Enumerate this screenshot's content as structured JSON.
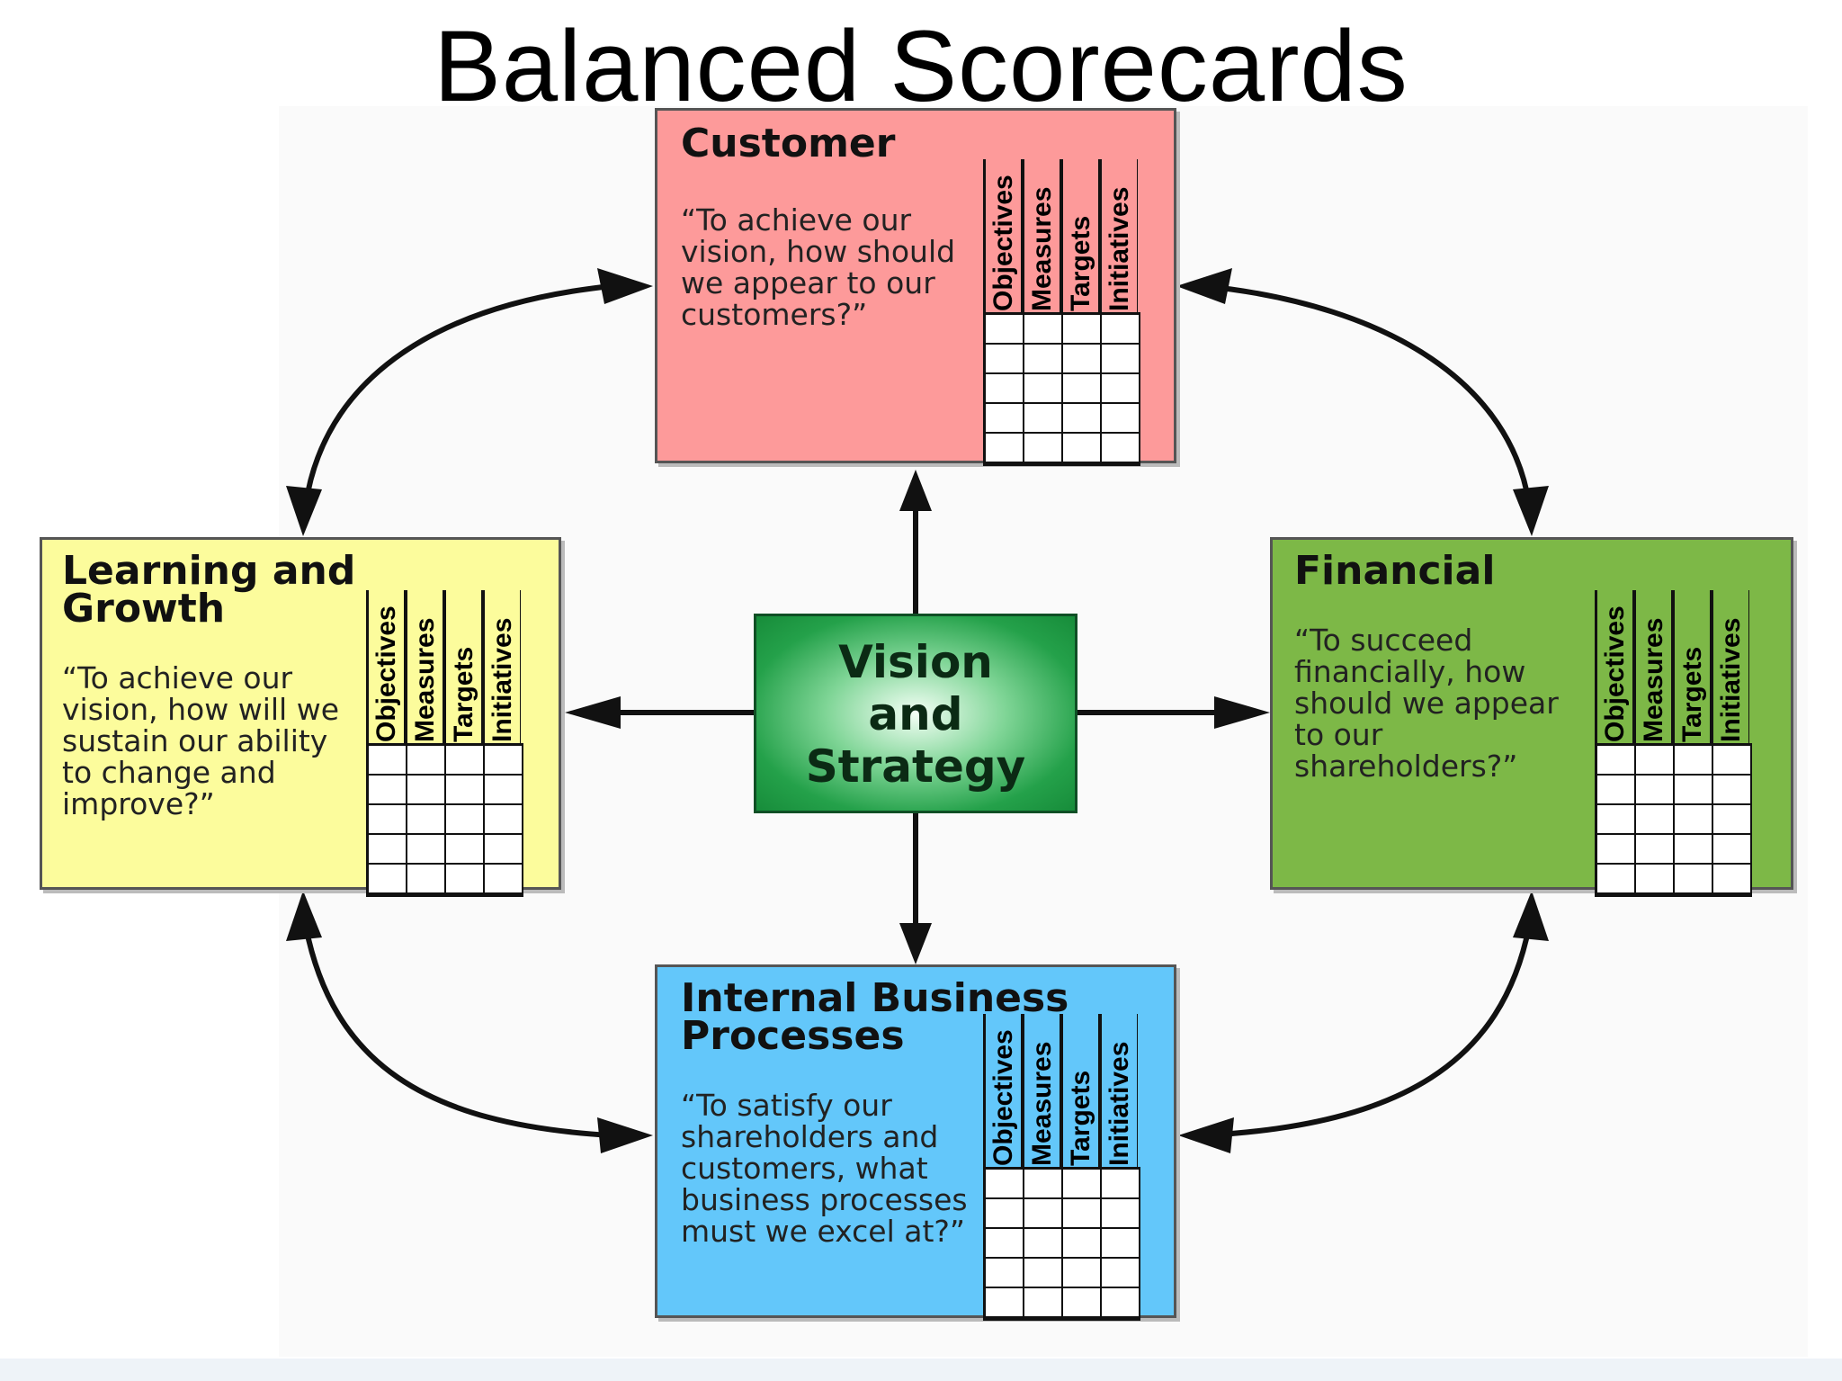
{
  "title": "Balanced Scorecards",
  "scorecard_headers": [
    "Objectives",
    "Measures",
    "Targets",
    "Initiatives"
  ],
  "center": {
    "line1": "Vision",
    "line2": "and",
    "line3": "Strategy"
  },
  "customer": {
    "title": "Customer",
    "question": "“To achieve our vision, how should we appear to our customers?”",
    "color": "#fd9a9a"
  },
  "learning": {
    "title": "Learning and Growth",
    "question": "“To achieve our vision, how will we sustain our ability to change and improve?”",
    "color": "#fcfc9c"
  },
  "financial": {
    "title": "Financial",
    "question": "“To succeed financially, how should we appear to our shareholders?”",
    "color": "#7db847"
  },
  "internal": {
    "title": "Internal Business Processes",
    "question": "“To satisfy our shareholders and customers, what business processes must we excel at?”",
    "color": "#63c7fa"
  }
}
